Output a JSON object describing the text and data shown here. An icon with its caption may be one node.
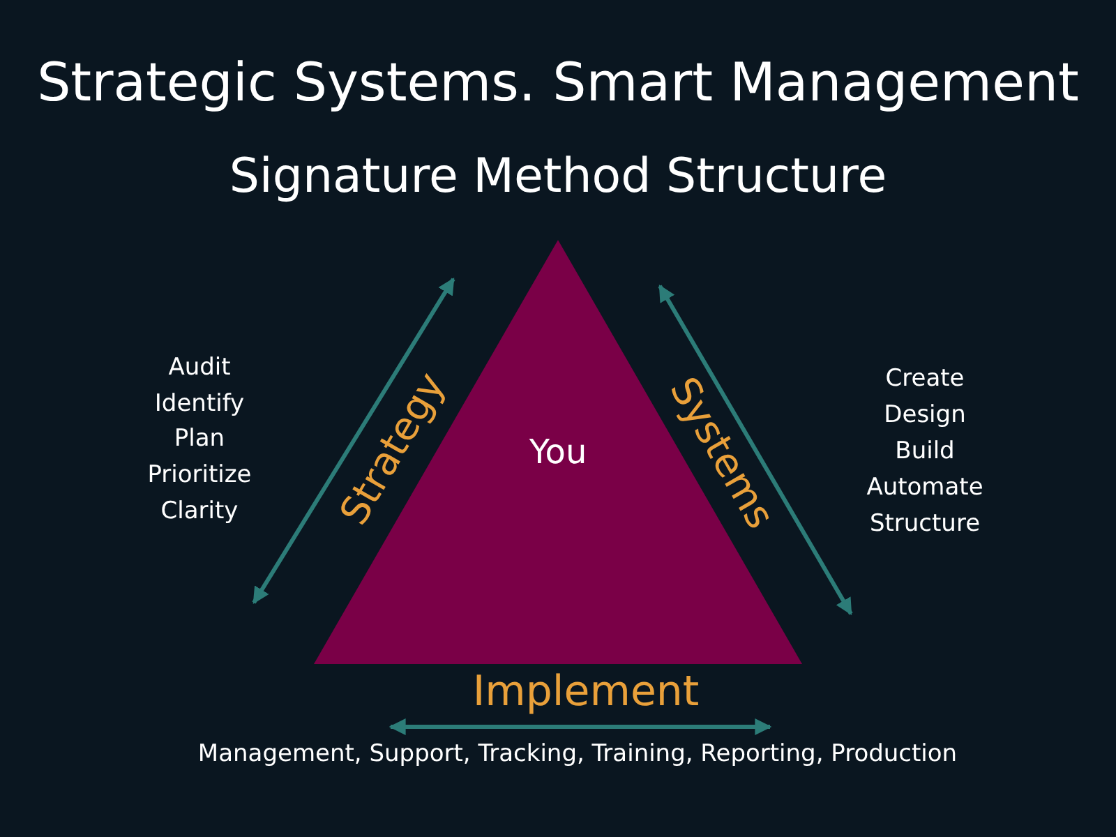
{
  "diagram": {
    "title": "Strategic Systems. Smart Management",
    "nodes": [
      {
        "text": [
          "You"
        ]
      }
    ],
    "labels": [
      "Signature Method Structure",
      "Audit",
      "Identify",
      "Plan",
      "Prioritize",
      "Clarity",
      "Strategy",
      "Systems",
      "Create",
      "Design",
      "Build",
      "Automate",
      "Structure",
      "Implement",
      "Management, Support, Tracking, Training, Reporting, Production"
    ]
  }
}
